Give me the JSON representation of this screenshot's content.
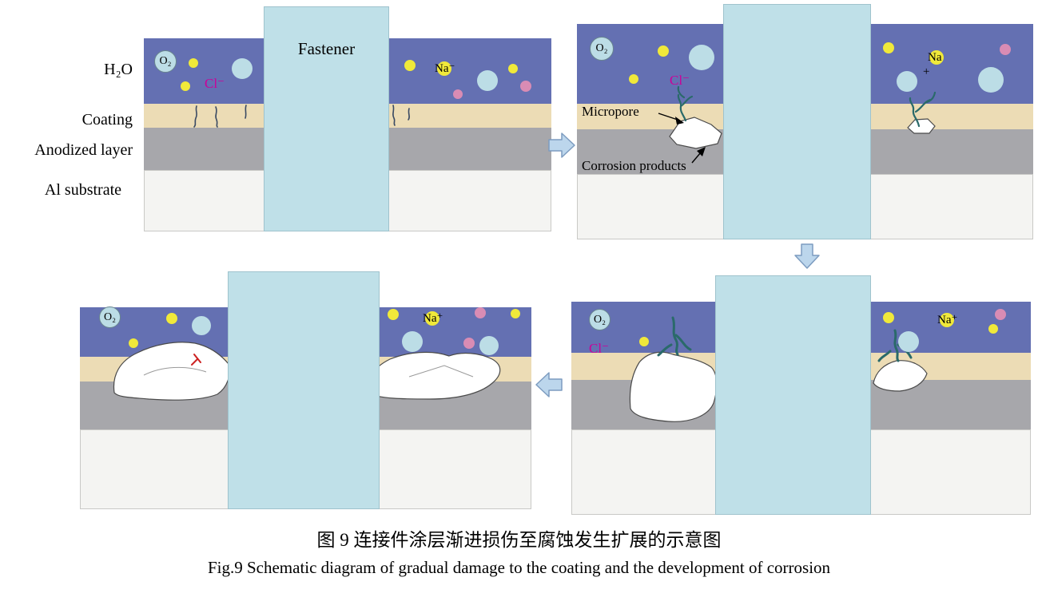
{
  "layer_labels": {
    "water": "H₂O",
    "coating": "Coating",
    "anodized": "Anodized layer",
    "substrate": "Al substrate"
  },
  "panels": {
    "stage1": {
      "o2": "O₂",
      "cl": "Cl⁻",
      "na": "Na⁻",
      "fastener": "Fastener"
    },
    "stage2": {
      "o2": "O₂",
      "cl": "Cl⁻",
      "na": "Na",
      "na_charge": "+",
      "micropore": "Micropore",
      "corrosion_products": "Corrosion products"
    },
    "stage3": {
      "o2": "O₂",
      "cl": "Cl⁻",
      "na": "Na⁺"
    },
    "stage4": {
      "o2": "O₂",
      "na": "Na⁺"
    }
  },
  "caption": {
    "zh": "图 9  连接件涂层渐进损伤至腐蚀发生扩展的示意图",
    "en": "Fig.9 Schematic diagram of gradual damage to the coating and the development of corrosion"
  },
  "colors": {
    "water": "#6470b2",
    "coating": "#ecdcb5",
    "anodized": "#a7a7ab",
    "substrate": "#f4f4f2",
    "fastener": "#bfe0e8",
    "ion_yellow": "#f0e93a",
    "ion_pink": "#d98cb4",
    "droplet": "#bcdde6",
    "cl_text": "#cc0099",
    "crack_teal": "#2a6a6a",
    "crack_dark": "#3a4a63",
    "crack_red": "#cc2020",
    "arrow_fill": "#bcd6ec",
    "arrow_stroke": "#7d9cc0",
    "corrosion": "#ffffff"
  }
}
